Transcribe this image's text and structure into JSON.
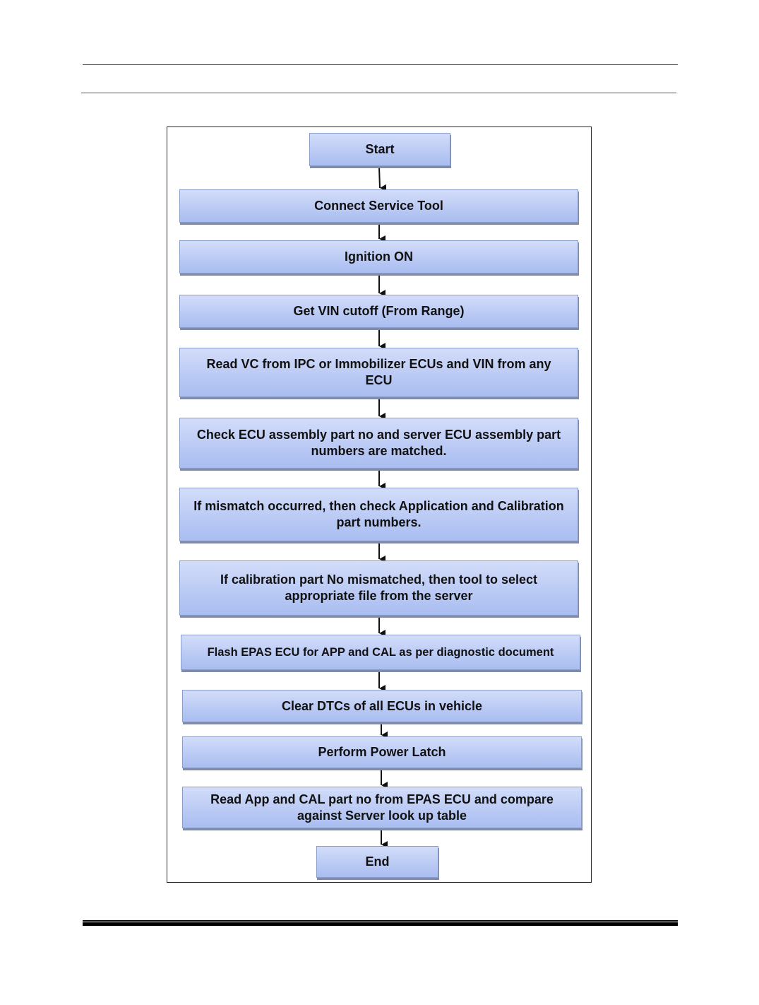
{
  "flowchart": {
    "steps": [
      "Start",
      "Connect Service Tool",
      "Ignition ON",
      "Get VIN cutoff (From Range)",
      "Read VC from IPC or Immobilizer ECUs and VIN from any ECU",
      "Check ECU assembly part no and server ECU assembly part numbers are matched.",
      "If mismatch occurred, then check Application and Calibration part numbers.",
      "If calibration part No mismatched, then tool to select appropriate file from the server",
      "Flash EPAS ECU for APP and CAL as per diagnostic document",
      "Clear DTCs of all ECUs in vehicle",
      "Perform Power Latch",
      "Read App and CAL part no from EPAS ECU and compare against Server look up table",
      "End"
    ]
  }
}
